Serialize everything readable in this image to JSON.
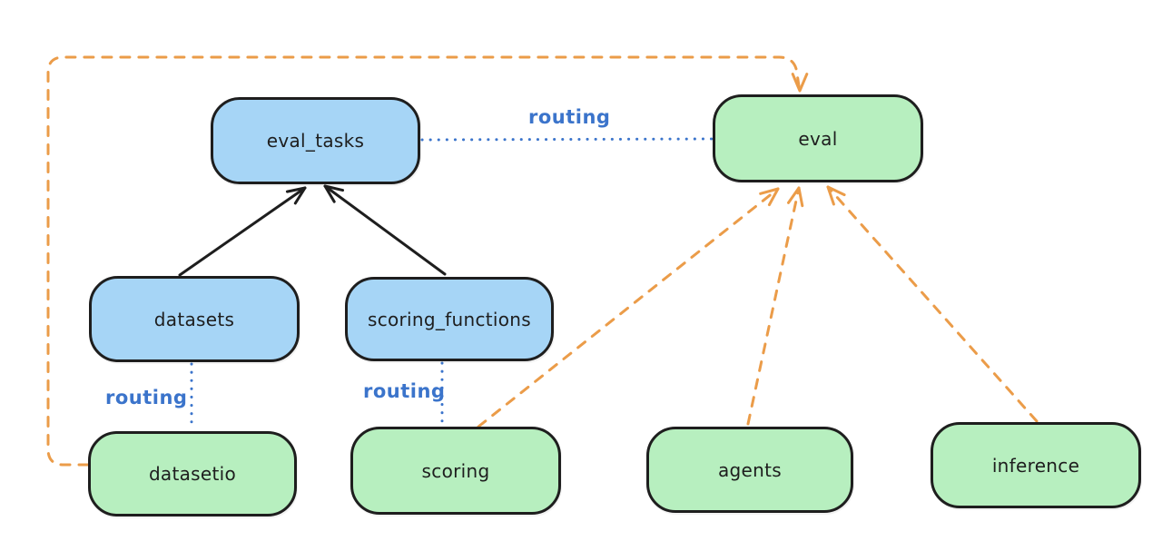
{
  "nodes": {
    "eval_tasks": {
      "label": "eval_tasks",
      "color": "blue"
    },
    "eval": {
      "label": "eval",
      "color": "green"
    },
    "datasets": {
      "label": "datasets",
      "color": "blue"
    },
    "scoring_functions": {
      "label": "scoring_functions",
      "color": "blue"
    },
    "datasetio": {
      "label": "datasetio",
      "color": "green"
    },
    "scoring": {
      "label": "scoring",
      "color": "green"
    },
    "agents": {
      "label": "agents",
      "color": "green"
    },
    "inference": {
      "label": "inference",
      "color": "green"
    }
  },
  "edge_labels": {
    "eval_tasks_eval": "routing",
    "datasets_datasetio": "routing",
    "scoring_functions_scoring": "routing"
  },
  "edges": [
    {
      "from": "datasets",
      "to": "eval_tasks",
      "style": "solid-black-arrow"
    },
    {
      "from": "scoring_functions",
      "to": "eval_tasks",
      "style": "solid-black-arrow"
    },
    {
      "from": "eval_tasks",
      "to": "eval",
      "style": "dotted-blue",
      "label": "routing"
    },
    {
      "from": "datasets",
      "to": "datasetio",
      "style": "dotted-blue",
      "label": "routing"
    },
    {
      "from": "scoring_functions",
      "to": "scoring",
      "style": "dotted-blue",
      "label": "routing"
    },
    {
      "from": "datasetio",
      "to": "eval",
      "style": "dashed-orange-arrow"
    },
    {
      "from": "scoring",
      "to": "eval",
      "style": "dashed-orange-arrow"
    },
    {
      "from": "agents",
      "to": "eval",
      "style": "dashed-orange-arrow"
    },
    {
      "from": "inference",
      "to": "eval",
      "style": "dashed-orange-arrow"
    }
  ],
  "colors": {
    "node_fill_blue": "#a6d5f6",
    "node_fill_green": "#b7efbf",
    "node_border": "#1e1e1e",
    "routing_blue": "#3b74cb",
    "dashed_orange": "#eb9c49",
    "arrow_black": "#1e1e1e",
    "background": "#ffffff"
  }
}
